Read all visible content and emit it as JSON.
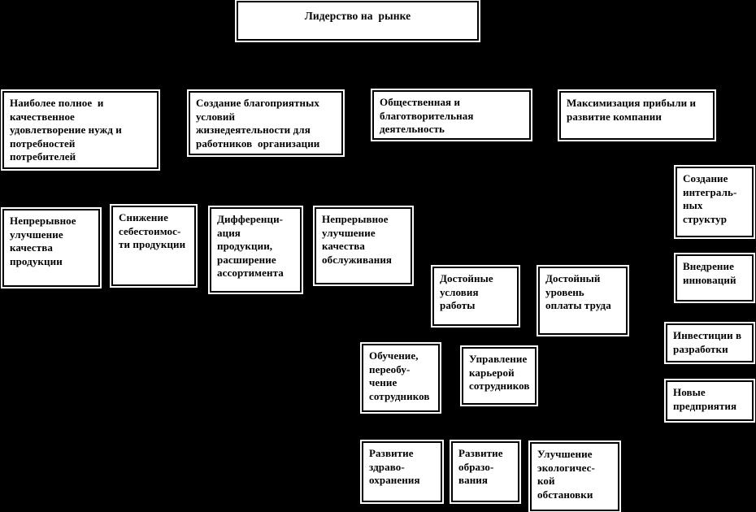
{
  "diagram": {
    "description": "Organization goals tree diagram (market leadership)",
    "colors": {
      "background": "#000000",
      "box_fill": "#ffffff",
      "box_border": "#000000",
      "box_halo": "#ffffff",
      "text": "#000000"
    },
    "nodes": [
      {
        "id": "market-leadership",
        "label": "Лидерство на  рынке"
      },
      {
        "id": "consumer-satisfaction",
        "label": "Наиболее полное  и\nкачественное\nудовлетворение нужд и\nпотребностей\nпотребителей"
      },
      {
        "id": "favorable-conditions",
        "label": "Создание благоприятных\nусловий\nжизнедеятельности для\nработников  организации"
      },
      {
        "id": "social-charity",
        "label": "Общественная и\nблаготворительная\nдеятельность"
      },
      {
        "id": "profit-maximization",
        "label": "Максимизация прибыли и\nразвитие компании"
      },
      {
        "id": "product-quality-improvement",
        "label": "Непрерывное\nулучшение\nкачества\nпродукции"
      },
      {
        "id": "cost-reduction",
        "label": "Снижение\nсебестоимос-\nти продукции"
      },
      {
        "id": "product-differentiation",
        "label": "Дифференци-\nация\nпродукции,\nрасширение\nассортимента"
      },
      {
        "id": "service-quality-improvement",
        "label": "Непрерывное\nулучшение\nкачества\nобслуживания"
      },
      {
        "id": "decent-working-conditions",
        "label": "Достойные\nусловия\nработы"
      },
      {
        "id": "decent-pay-level",
        "label": "Достойный\nуровень\nоплаты труда"
      },
      {
        "id": "employee-training",
        "label": "Обучение,\nпереобу-\nчение\nсотрудников"
      },
      {
        "id": "career-management",
        "label": "Управление\nкарьерой\nсотрудников"
      },
      {
        "id": "healthcare-development",
        "label": "Развитие\nздраво-\nохранения"
      },
      {
        "id": "education-development",
        "label": "Развитие\nобразо-\nвания"
      },
      {
        "id": "ecology-improvement",
        "label": "Улучшение\nэкологичес-\nкой\nобстановки"
      },
      {
        "id": "integral-structures",
        "label": "Создание\nинтеграль-\nных\nструктур"
      },
      {
        "id": "innovation-implementation",
        "label": "Внедрение\nинноваций"
      },
      {
        "id": "rnd-investments",
        "label": "Инвестиции в\nразработки"
      },
      {
        "id": "new-enterprises",
        "label": "Новые\nпредприятия"
      }
    ]
  }
}
